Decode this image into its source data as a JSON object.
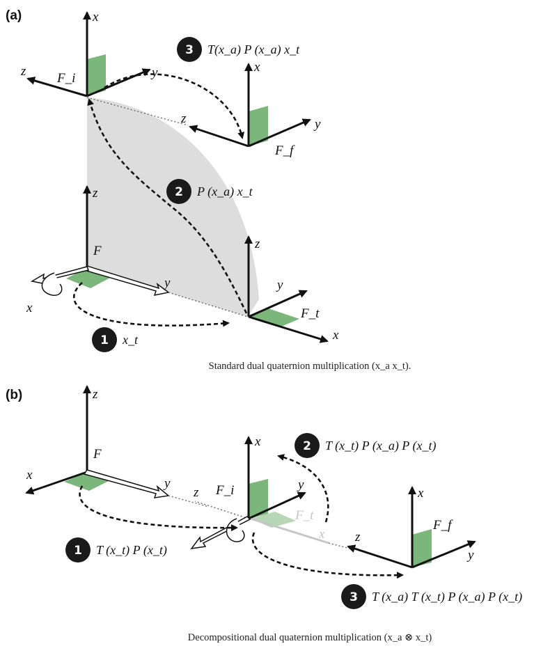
{
  "panel_a": {
    "label": "(a)",
    "caption": "Standard dual quaternion multiplication (x_a x_t).",
    "frames": {
      "base": "F",
      "initial": "F_i",
      "final": "F_f",
      "translated": "F_t"
    },
    "axes": {
      "x": "x",
      "y": "y",
      "z": "z"
    },
    "steps": [
      {
        "num": "1",
        "text": "x_t"
      },
      {
        "num": "2",
        "text": "P (x_a) x_t"
      },
      {
        "num": "3",
        "text": "T(x_a) P (x_a) x_t"
      }
    ]
  },
  "panel_b": {
    "label": "(b)",
    "caption": "Decompositional dual quaternion multiplication (x_a ⊗ x_t)",
    "frames": {
      "base": "F",
      "initial": "F_i",
      "final": "F_f",
      "translated": "F_t"
    },
    "axes": {
      "x": "x",
      "y": "y",
      "z": "z"
    },
    "steps": [
      {
        "num": "1",
        "text": "T (x_t) P (x_t)"
      },
      {
        "num": "2",
        "text": "T (x_t) P (x_a) P (x_t)"
      },
      {
        "num": "3",
        "text": "T (x_a) T (x_t) P (x_a) P (x_t)"
      }
    ]
  },
  "colors": {
    "patch": "#6dae6d",
    "surface": "#d9d9d9",
    "badge": "#1a1a1a"
  },
  "icons": [
    "rotation-arrow-icon",
    "dashed-arrow-icon"
  ]
}
